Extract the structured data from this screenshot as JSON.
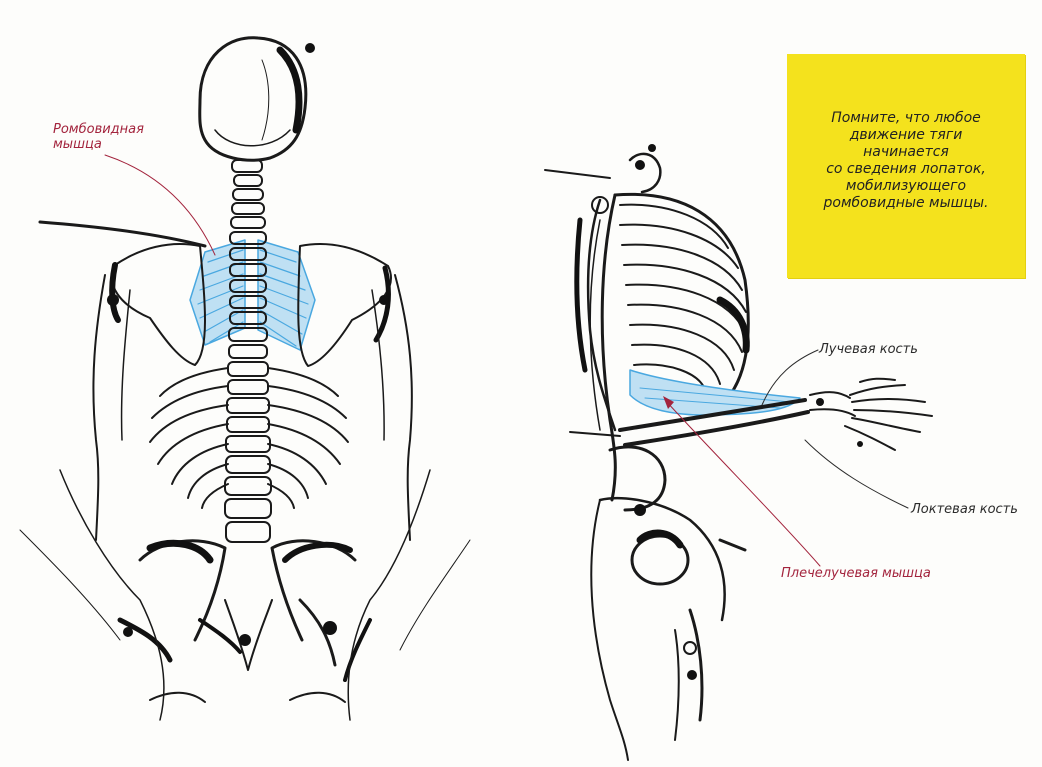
{
  "labels": {
    "rhomboid": [
      "Ромбовидная",
      "мышца"
    ],
    "radius": "Лучевая кость",
    "ulna": "Локтевая кость",
    "brachioradialis": "Плечелучевая мышца"
  },
  "note": {
    "lines": [
      "Помните, что любое",
      "движение тяги",
      "начинается",
      "со сведения лопаток,",
      "мобилизующего",
      "ромбовидные мышцы."
    ]
  },
  "colors": {
    "ink": "#1a1a1a",
    "muscle_blue": "#4aa8e0",
    "label_red": "#a3243d",
    "note_yellow": "#f4e21d"
  }
}
